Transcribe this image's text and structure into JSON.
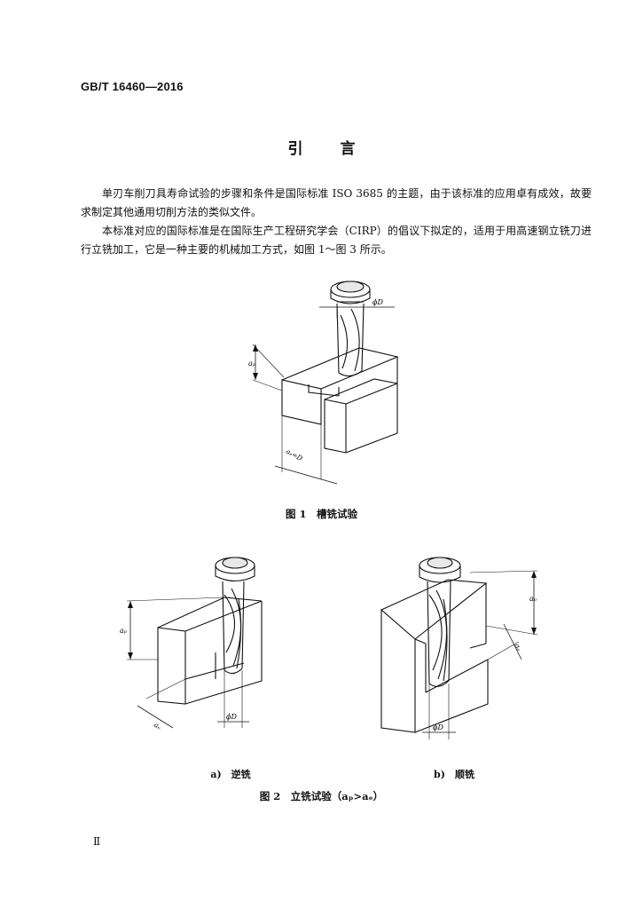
{
  "header": {
    "standard_code": "GB/T 16460—2016"
  },
  "section": {
    "title_char1": "引",
    "title_char2": "言"
  },
  "paragraphs": {
    "p1": "单刃车削刀具寿命试验的步骤和条件是国际标准 ISO 3685 的主题，由于该标准的应用卓有成效，故要求制定其他通用切削方法的类似文件。",
    "p2": "本标准对应的国际标准是在国际生产工程研究学会（CIRP）的倡议下拟定的，适用于用高速钢立铣刀进行立铣加工，它是一种主要的机械加工方式，如图 1～图 3 所示。"
  },
  "figures": {
    "fig1": {
      "caption": "图 1　槽铣试验",
      "labels": {
        "diameter": "ϕD",
        "axial_depth": "aₚ",
        "radial": "aₑ=D"
      }
    },
    "fig2a": {
      "caption": "a)　逆铣",
      "labels": {
        "axial_depth": "aₚ",
        "diameter": "ϕD",
        "radial": "aₑ"
      }
    },
    "fig2b": {
      "caption": "b)　顺铣",
      "labels": {
        "axial_depth": "aₚ",
        "diameter": "ϕD",
        "radial": "aₑ"
      }
    },
    "fig2_caption": "图 2　立铣试验（aₚ>aₑ）"
  },
  "footer": {
    "page_number": "Ⅱ"
  }
}
